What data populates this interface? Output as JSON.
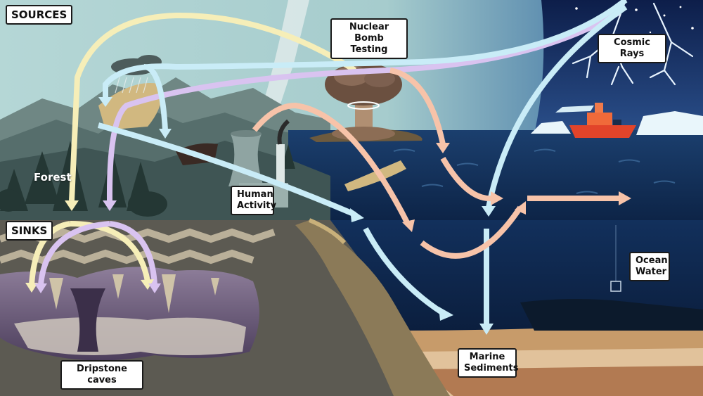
{
  "headers": {
    "sources": "SOURCES",
    "sinks": "SINKS"
  },
  "labels": {
    "nuclear_bomb_testing": "Nuclear Bomb\nTesting",
    "cosmic_rays": "Cosmic Rays",
    "human_activity": "Human\nActivity",
    "ocean_water": "Ocean\nWater",
    "marine_sediments": "Marine\nSediments",
    "dripstone_caves": "Dripstone caves",
    "forest": "Forest"
  },
  "flow_colors": {
    "yellow": "#f6eeb8",
    "purple": "#d9c3f0",
    "blue": "#c9ecf7",
    "pink": "#f7c3a9"
  }
}
